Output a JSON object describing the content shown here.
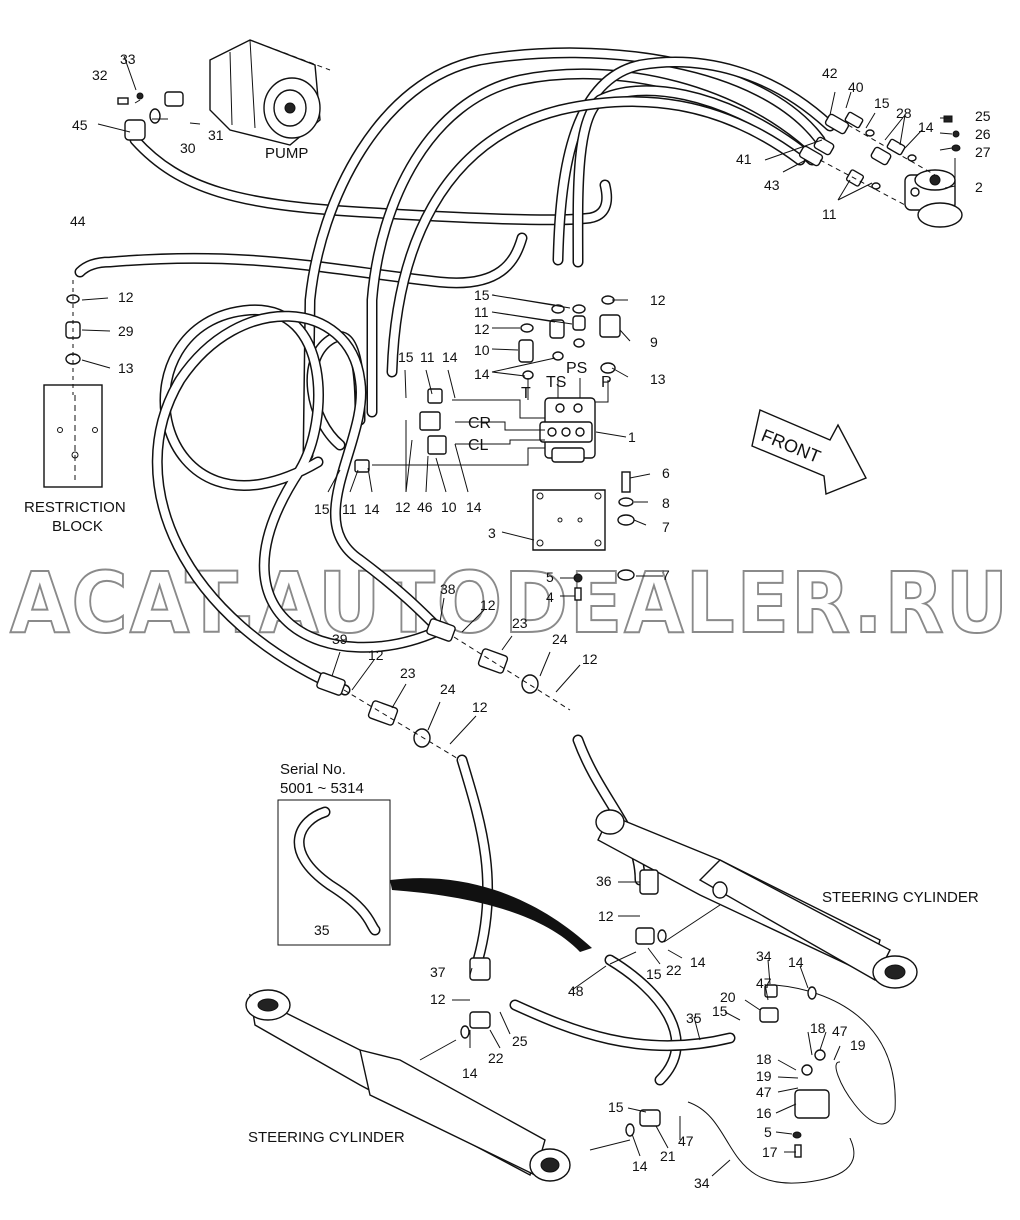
{
  "captions": {
    "pump": "PUMP",
    "restriction_block_1": "RESTRICTION",
    "restriction_block_2": "BLOCK",
    "steering_cylinder_right": "STEERING CYLINDER",
    "steering_cylinder_left": "STEERING CYLINDER",
    "serial_title": "Serial No.",
    "serial_range": "5001 ~ 5314",
    "front": "FRONT"
  },
  "ports": {
    "cr": "CR",
    "cl": "CL",
    "t": "T",
    "ts": "TS",
    "ps": "PS",
    "p": "P"
  },
  "watermark": "ACAT.AUTODEALER.RU",
  "callouts": [
    "33",
    "32",
    "45",
    "30",
    "31",
    "42",
    "40",
    "15",
    "28",
    "14",
    "25",
    "26",
    "27",
    "41",
    "43",
    "2",
    "11",
    "44",
    "12",
    "29",
    "13",
    "15",
    "11",
    "12",
    "10",
    "14",
    "12",
    "9",
    "13",
    "15",
    "11",
    "14",
    "1",
    "15",
    "11",
    "14",
    "12",
    "46",
    "10",
    "14",
    "6",
    "8",
    "3",
    "7",
    "5",
    "4",
    "7",
    "38",
    "12",
    "23",
    "24",
    "12",
    "39",
    "12",
    "23",
    "24",
    "12",
    "36",
    "12",
    "22",
    "14",
    "15",
    "37",
    "12",
    "22",
    "25",
    "14",
    "48",
    "35",
    "34",
    "14",
    "47",
    "20",
    "15",
    "18",
    "47",
    "19",
    "18",
    "19",
    "47",
    "16",
    "5",
    "17",
    "15",
    "21",
    "47",
    "14",
    "34",
    "35"
  ]
}
